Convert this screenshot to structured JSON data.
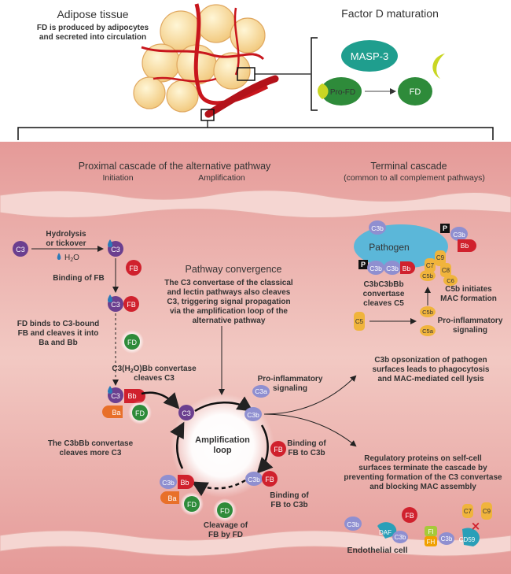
{
  "top": {
    "adipose_title": "Adipose tissue",
    "adipose_sub_1": "FD is produced by adipocytes",
    "adipose_sub_2": "and secreted into circulation",
    "factor_d_title": "Factor D maturation",
    "masp3": "MASP-3",
    "pro_fd": "Pro-FD",
    "fd": "FD"
  },
  "headers": {
    "proximal": "Proximal cascade of the alternative pathway",
    "initiation": "Initiation",
    "amplification": "Amplification",
    "terminal": "Terminal cascade",
    "terminal_sub": "(common to all complement pathways)"
  },
  "left": {
    "c3": "C3",
    "hydrolysis_1": "Hydrolysis",
    "hydrolysis_2": "or tickover",
    "h2o": "H",
    "h2o_sub": "2",
    "h2o_o": "O",
    "binding_fb": "Binding of FB",
    "fb": "FB",
    "fd": "FD",
    "fd_binds_1": "FD binds to C3-bound",
    "fd_binds_2": "FB and cleaves it into",
    "fd_binds_3": "Ba and Bb",
    "conv_1a": "C3(H",
    "conv_1b": "2",
    "conv_1c": "O)Bb convertase",
    "conv_2": "cleaves C3",
    "bb": "Bb",
    "ba": "Ba",
    "c3bbb_1": "The C3bBb convertase",
    "c3bbb_2": "cleaves more C3"
  },
  "center": {
    "convergence_title": "Pathway convergence",
    "convergence_1": "The C3 convertase of the classical",
    "convergence_2": "and lectin pathways also cleaves",
    "convergence_3": "C3, triggering signal propagation",
    "convergence_4": "via the amplification loop of the",
    "convergence_5": "alternative pathway",
    "pro_inflam_1": "Pro-inflammatory",
    "pro_inflam_2": "signaling",
    "c3a": "C3a",
    "c3b": "C3b",
    "loop_1": "Amplification",
    "loop_2": "loop",
    "binding_fb_c3b_1": "Binding of",
    "binding_fb_c3b_2": "FB to C3b",
    "cleavage_1": "Cleavage of",
    "cleavage_2": "FB by FD"
  },
  "right": {
    "pathogen": "Pathogen",
    "p": "P",
    "c5": "C5",
    "c6": "C6",
    "c7": "C7",
    "c8": "C8",
    "c9": "C9",
    "c5b": "C5b",
    "c5a": "C5a",
    "conv_1": "C3bC3bBb",
    "conv_2": "convertase",
    "conv_3": "cleaves C5",
    "c5b_init_1": "C5b initiates",
    "c5b_init_2": "MAC formation",
    "pro_inflam_1": "Pro-inflammatory",
    "pro_inflam_2": "signaling",
    "opson_1": "C3b opsonization of pathogen",
    "opson_2": "surfaces leads to phagocytosis",
    "opson_3": "and MAC-mediated cell lysis",
    "reg_1": "Regulatory proteins on self-cell",
    "reg_2": "surfaces terminate the cascade by",
    "reg_3": "preventing formation of the C3 convertase",
    "reg_4": "and blocking MAC assembly",
    "daf": "DAF",
    "fi": "FI",
    "fh": "FH",
    "cd59": "CD59",
    "x_mark": "×",
    "endothelial": "Endothelial cell"
  },
  "colors": {
    "c3": "#6b3f8f",
    "c3b": "#8f8fd0",
    "fb": "#d0212d",
    "fd": "#2e8b3a",
    "ba": "#e8702a",
    "masp3": "#1f9e8e",
    "pathogen": "#5bb7d9",
    "mac": "#f0b43c",
    "vessel": "#d8908f"
  }
}
